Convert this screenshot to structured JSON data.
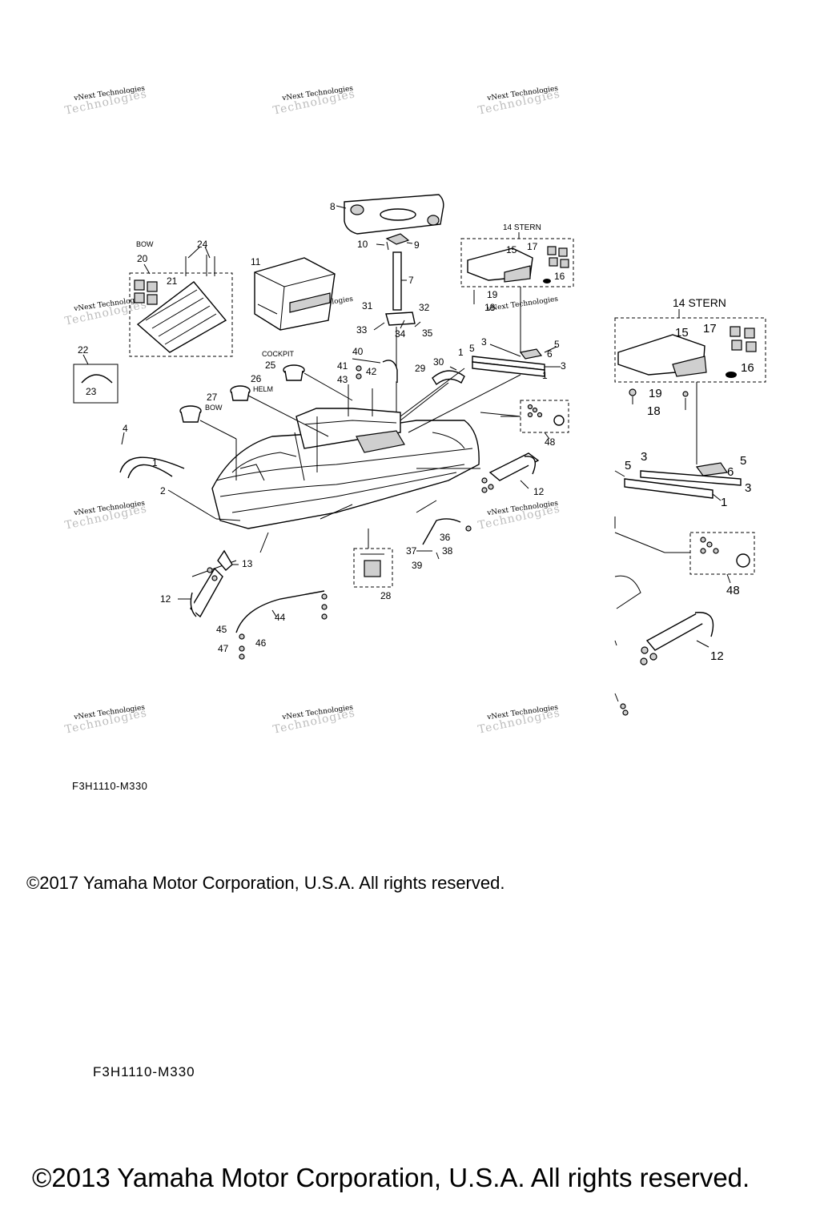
{
  "watermark": {
    "line1": "vNext Technologies",
    "line2": "Technologies"
  },
  "labels": {
    "bow": "BOW",
    "cockpit": "COCKPIT",
    "helm": "HELM",
    "bow2": "BOW",
    "stern": "14  STERN",
    "stern_zoom": "14  STERN"
  },
  "part_numbers": [
    "1",
    "2",
    "3",
    "4",
    "5",
    "6",
    "7",
    "8",
    "9",
    "10",
    "11",
    "12",
    "13",
    "14",
    "15",
    "16",
    "17",
    "18",
    "19",
    "20",
    "21",
    "22",
    "23",
    "24",
    "25",
    "26",
    "27",
    "28",
    "29",
    "30",
    "31",
    "32",
    "33",
    "34",
    "35",
    "36",
    "37",
    "38",
    "39",
    "40",
    "41",
    "42",
    "43",
    "44",
    "45",
    "46",
    "47",
    "48"
  ],
  "diagram_code_1": "F3H1110-M330",
  "copyright_1": "©2017 Yamaha Motor Corporation, U.S.A. All rights reserved.",
  "diagram_code_2": "F3H1110-M330",
  "copyright_2": "©2013 Yamaha Motor Corporation, U.S.A. All rights reserved."
}
